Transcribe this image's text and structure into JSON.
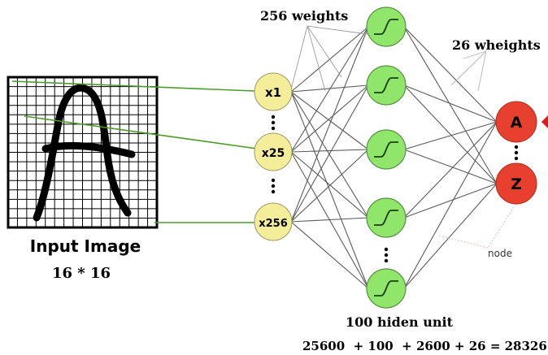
{
  "labels": {
    "input_weights": "256 weights",
    "output_weights": "26 wheights",
    "input_image_title": "Input Image",
    "input_image_size": "16 * 16",
    "hidden_units": "100 hiden unit",
    "equation": "25600  + 100  + 2600 + 26 = 28326",
    "node": "node"
  },
  "input_nodes": [
    "x1",
    "x25",
    "x256"
  ],
  "output_nodes": [
    "A",
    "Z"
  ],
  "image_glyph": "A",
  "colors": {
    "input_fill": "#f4ee9a",
    "hidden_fill": "#8fe66a",
    "output_fill": "#e8402f",
    "line": "#5a5a5a",
    "input_link": "#4c9a2a",
    "accent": "#d21f1f"
  }
}
